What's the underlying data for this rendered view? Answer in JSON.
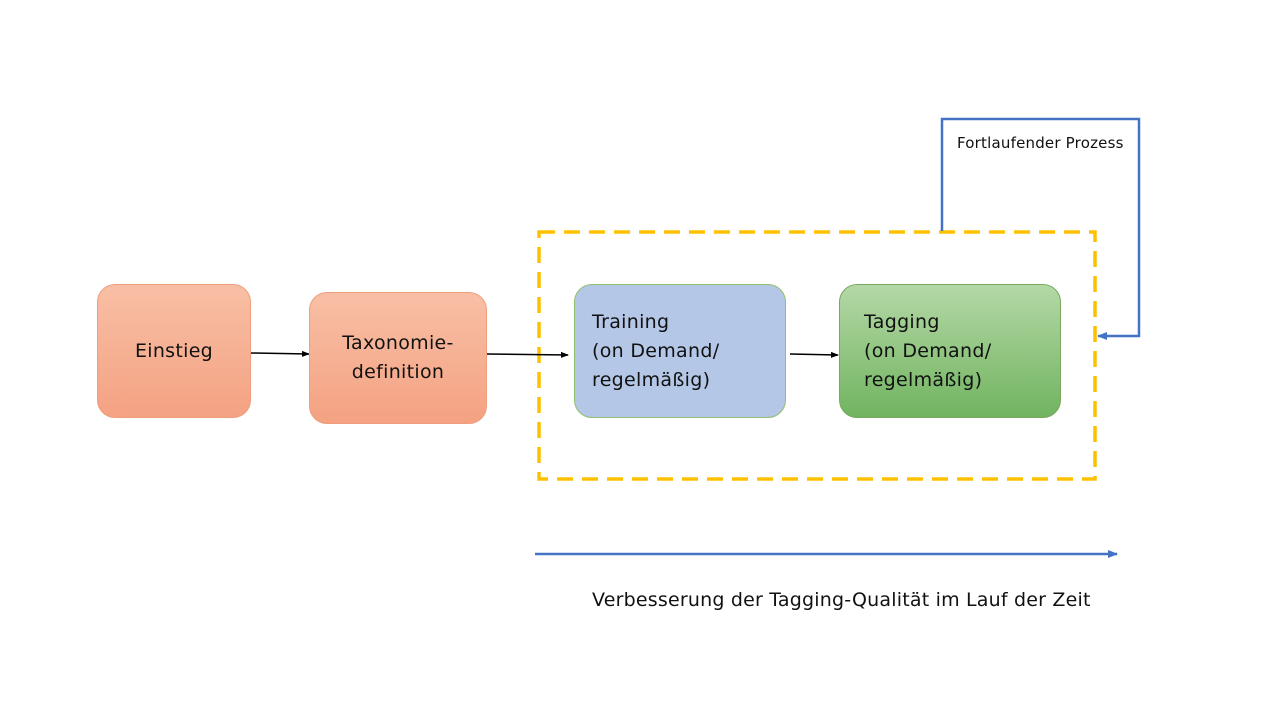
{
  "nodes": {
    "einstieg": {
      "lines": [
        "Einstieg"
      ]
    },
    "taxonomie": {
      "lines": [
        "Taxonomie-",
        "definition"
      ]
    },
    "training": {
      "lines": [
        "Training",
        "(on Demand/",
        "regelmäßig)"
      ]
    },
    "tagging": {
      "lines": [
        "Tagging",
        "(on Demand/",
        "regelmäßig)"
      ]
    }
  },
  "labels": {
    "continuous_process": "Fortlaufender Prozess",
    "quality_improvement": "Verbesserung der Tagging-Qualität im Lauf der Zeit"
  },
  "colors": {
    "start_node_fill": "#f4a282",
    "training_fill": "#b4c7e7",
    "tagging_fill": "#71b460",
    "dashed_box": "#ffc000",
    "loop_arrow": "#4472c4",
    "time_arrow": "#4472c4",
    "flow_arrow": "#000000"
  }
}
